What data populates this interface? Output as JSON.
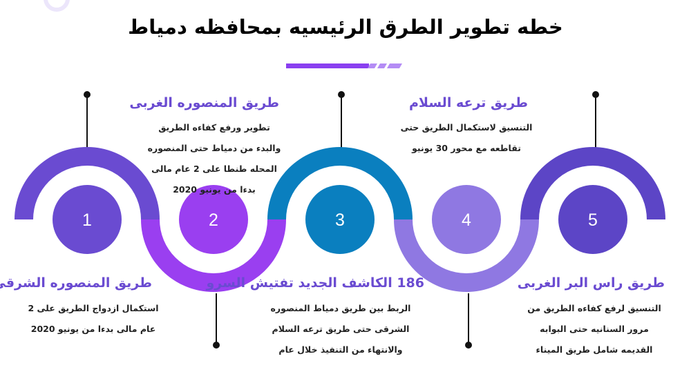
{
  "title": "خطه تطوير الطرق الرئيسيه بمحافظه دمياط",
  "colors": {
    "purple": "#6a4bd1",
    "violet": "#9a3ff0",
    "teal": "#0a7fbf",
    "lavender": "#8f78e2",
    "indigo": "#5c45c6",
    "heading": "#6a4bd1"
  },
  "steps": [
    {
      "number": "1",
      "heading": "طريق المنصوره الشرقى",
      "lines": [
        "استكمال ازدواج الطريق على 2",
        "عام مالى بدءا من يونيو 2020"
      ]
    },
    {
      "number": "2",
      "heading": "طريق المنصوره الغربى",
      "lines": [
        "تطوير ورفع كفاءه الطريق",
        "والبدء من دمياط حتى المنصوره",
        "المحله طنطا على 2 عام مالى",
        "بدءا من يونيو 2020"
      ]
    },
    {
      "number": "3",
      "heading": "186 الكاشف الجديد تفتيش السرو",
      "lines": [
        "الربط بين طريق دمياط المنصوره",
        "الشرقى حتى طريق ترعه السلام",
        "والانتهاء من التنفيذ خلال عام"
      ]
    },
    {
      "number": "4",
      "heading": "طريق ترعه السلام",
      "lines": [
        "التنسيق لاستكمال الطريق حتى",
        "تقاطعه مع محور 30 يونيو"
      ]
    },
    {
      "number": "5",
      "heading": "طريق راس البر الغربى",
      "lines": [
        "التنسيق لرفع كفاءه الطريق من",
        "مرور السنانيه حتى البوابه",
        "القديمه شامل طريق الميناء"
      ]
    }
  ]
}
